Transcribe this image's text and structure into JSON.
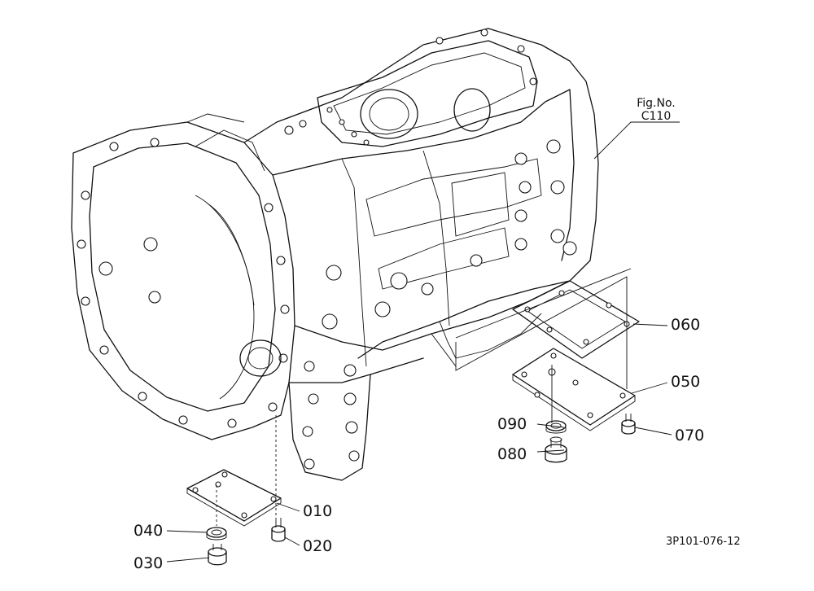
{
  "figure_ref": {
    "line1": "Fig.No.",
    "line2": "C110"
  },
  "drawing_code": "3P101-076-12",
  "callouts": {
    "p010": "010",
    "p020": "020",
    "p030": "030",
    "p040": "040",
    "p050": "050",
    "p060": "060",
    "p070": "070",
    "p080": "080",
    "p090": "090"
  }
}
